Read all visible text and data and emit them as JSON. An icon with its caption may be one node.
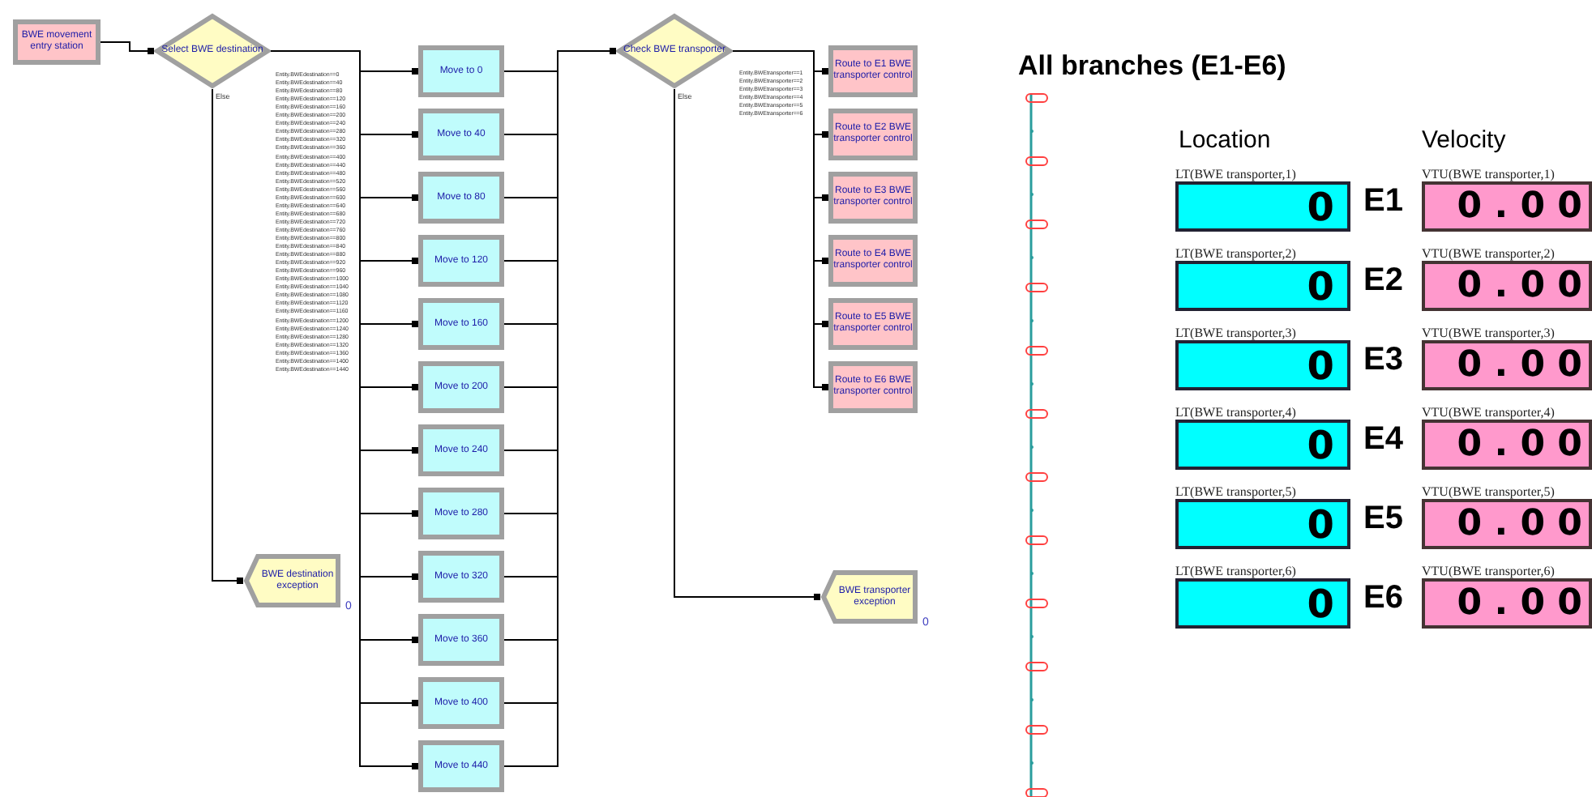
{
  "diagram": {
    "title": "All branches (E1-E6)",
    "nodes": [
      {
        "text": [
          "BWE movement entry station"
        ]
      },
      {
        "text": [
          "Select BWE destination"
        ]
      },
      {
        "text": [
          "Move to 0"
        ]
      },
      {
        "text": [
          "Move to 40"
        ]
      },
      {
        "text": [
          "Move to 80"
        ]
      },
      {
        "text": [
          "Move to 120"
        ]
      },
      {
        "text": [
          "Move to 160"
        ]
      },
      {
        "text": [
          "Move to 200"
        ]
      },
      {
        "text": [
          "Move to 240"
        ]
      },
      {
        "text": [
          "Move to 280"
        ]
      },
      {
        "text": [
          "Move to 320"
        ]
      },
      {
        "text": [
          "Move to 360"
        ]
      },
      {
        "text": [
          "Move to 400"
        ]
      },
      {
        "text": [
          "Move to 440"
        ]
      },
      {
        "text": [
          "Check BWE transporter"
        ]
      },
      {
        "text": [
          "Route to E1 BWE transporter control"
        ]
      },
      {
        "text": [
          "Route to E2 BWE transporter control"
        ]
      },
      {
        "text": [
          "Route to E3 BWE transporter control"
        ]
      },
      {
        "text": [
          "Route to E4 BWE transporter control"
        ]
      },
      {
        "text": [
          "Route to E5 BWE transporter control"
        ]
      },
      {
        "text": [
          "Route to E6 BWE transporter control"
        ]
      },
      {
        "text": [
          "BWE destination exception"
        ],
        "beside": [
          "0"
        ]
      },
      {
        "text": [
          "BWE transporter exception"
        ],
        "beside": [
          "0"
        ]
      },
      {
        "text": [
          "LT(BWE transporter,1)",
          "0"
        ]
      },
      {
        "text": [
          "LT(BWE transporter,2)",
          "0"
        ]
      },
      {
        "text": [
          "LT(BWE transporter,3)",
          "0"
        ]
      },
      {
        "text": [
          "LT(BWE transporter,4)",
          "0"
        ]
      },
      {
        "text": [
          "LT(BWE transporter,5)",
          "0"
        ]
      },
      {
        "text": [
          "LT(BWE transporter,6)",
          "0"
        ]
      },
      {
        "text": [
          "VTU(BWE transporter,1)",
          "0 . 0 0"
        ]
      },
      {
        "text": [
          "VTU(BWE transporter,2)",
          "0 . 0 0"
        ]
      },
      {
        "text": [
          "VTU(BWE transporter,3)",
          "0 . 0 0"
        ]
      },
      {
        "text": [
          "VTU(BWE transporter,4)",
          "0 . 0 0"
        ]
      },
      {
        "text": [
          "VTU(BWE transporter,5)",
          "0 . 0 0"
        ]
      },
      {
        "text": [
          "VTU(BWE transporter,6)",
          "0 . 0 0"
        ]
      }
    ],
    "edges": [
      {
        "from": 0,
        "to": 1,
        "arrow": "other"
      },
      {
        "from": 1,
        "to": 2,
        "arrow": "other"
      },
      {
        "from": 1,
        "to": 3,
        "arrow": "other"
      },
      {
        "from": 1,
        "to": 4,
        "arrow": "other"
      },
      {
        "from": 1,
        "to": 5,
        "arrow": "other"
      },
      {
        "from": 1,
        "to": 6,
        "arrow": "other"
      },
      {
        "from": 1,
        "to": 7,
        "arrow": "other"
      },
      {
        "from": 1,
        "to": 8,
        "arrow": "other"
      },
      {
        "from": 1,
        "to": 9,
        "arrow": "other"
      },
      {
        "from": 1,
        "to": 10,
        "arrow": "other"
      },
      {
        "from": 1,
        "to": 11,
        "arrow": "other"
      },
      {
        "from": 1,
        "to": 12,
        "arrow": "other"
      },
      {
        "from": 1,
        "to": 13,
        "arrow": "other"
      },
      {
        "from": 1,
        "to": 21,
        "arrow": "other"
      },
      {
        "from": 2,
        "to": 14,
        "arrow": "other"
      },
      {
        "from": 3,
        "to": 14,
        "arrow": "other"
      },
      {
        "from": 4,
        "to": 14,
        "arrow": "other"
      },
      {
        "from": 5,
        "to": 14,
        "arrow": "other"
      },
      {
        "from": 6,
        "to": 14,
        "arrow": "other"
      },
      {
        "from": 7,
        "to": 14,
        "arrow": "other"
      },
      {
        "from": 8,
        "to": 14,
        "arrow": "other"
      },
      {
        "from": 9,
        "to": 14,
        "arrow": "other"
      },
      {
        "from": 10,
        "to": 14,
        "arrow": "other"
      },
      {
        "from": 11,
        "to": 14,
        "arrow": "other"
      },
      {
        "from": 12,
        "to": 14,
        "arrow": "other"
      },
      {
        "from": 13,
        "to": 14,
        "arrow": "other"
      },
      {
        "from": 14,
        "to": 15,
        "arrow": "other"
      },
      {
        "from": 14,
        "to": 16,
        "arrow": "other"
      },
      {
        "from": 14,
        "to": 17,
        "arrow": "other"
      },
      {
        "from": 14,
        "to": 18,
        "arrow": "other"
      },
      {
        "from": 14,
        "to": 19,
        "arrow": "other"
      },
      {
        "from": 14,
        "to": 20,
        "arrow": "other"
      },
      {
        "from": 14,
        "to": 22,
        "arrow": "other"
      }
    ],
    "labels": [
      "Entity.BWEdestination==0",
      "Entity.BWEdestination==40",
      "Entity.BWEdestination==80",
      "Entity.BWEdestination==120",
      "Entity.BWEdestination==160",
      "Entity.BWEdestination==200",
      "Entity.BWEdestination==240",
      "Entity.BWEdestination==280",
      "Entity.BWEdestination==320",
      "Entity.BWEdestination==360",
      "Entity.BWEdestination==400",
      "Entity.BWEdestination==440",
      "Entity.BWEdestination==480",
      "Entity.BWEdestination==520",
      "Entity.BWEdestination==560",
      "Entity.BWEdestination==600",
      "Entity.BWEdestination==640",
      "Entity.BWEdestination==680",
      "Entity.BWEdestination==720",
      "Entity.BWEdestination==760",
      "Entity.BWEdestination==800",
      "Entity.BWEdestination==840",
      "Entity.BWEdestination==880",
      "Entity.BWEdestination==920",
      "Entity.BWEdestination==960",
      "Entity.BWEdestination==1000",
      "Entity.BWEdestination==1040",
      "Entity.BWEdestination==1080",
      "Entity.BWEdestination==1120",
      "Entity.BWEdestination==1160",
      "Entity.BWEdestination==1200",
      "Entity.BWEdestination==1240",
      "Entity.BWEdestination==1280",
      "Entity.BWEdestination==1320",
      "Entity.BWEdestination==1360",
      "Entity.BWEdestination==1400",
      "Entity.BWEdestination==1440",
      "Else",
      "Entity.BWEtransporter==1",
      "Entity.BWEtransporter==2",
      "Entity.BWEtransporter==3",
      "Entity.BWEtransporter==4",
      "Entity.BWEtransporter==5",
      "Entity.BWEtransporter==6",
      "Else",
      "Location",
      "Velocity",
      "E1",
      "E2",
      "E3",
      "E4",
      "E5",
      "E6"
    ]
  }
}
